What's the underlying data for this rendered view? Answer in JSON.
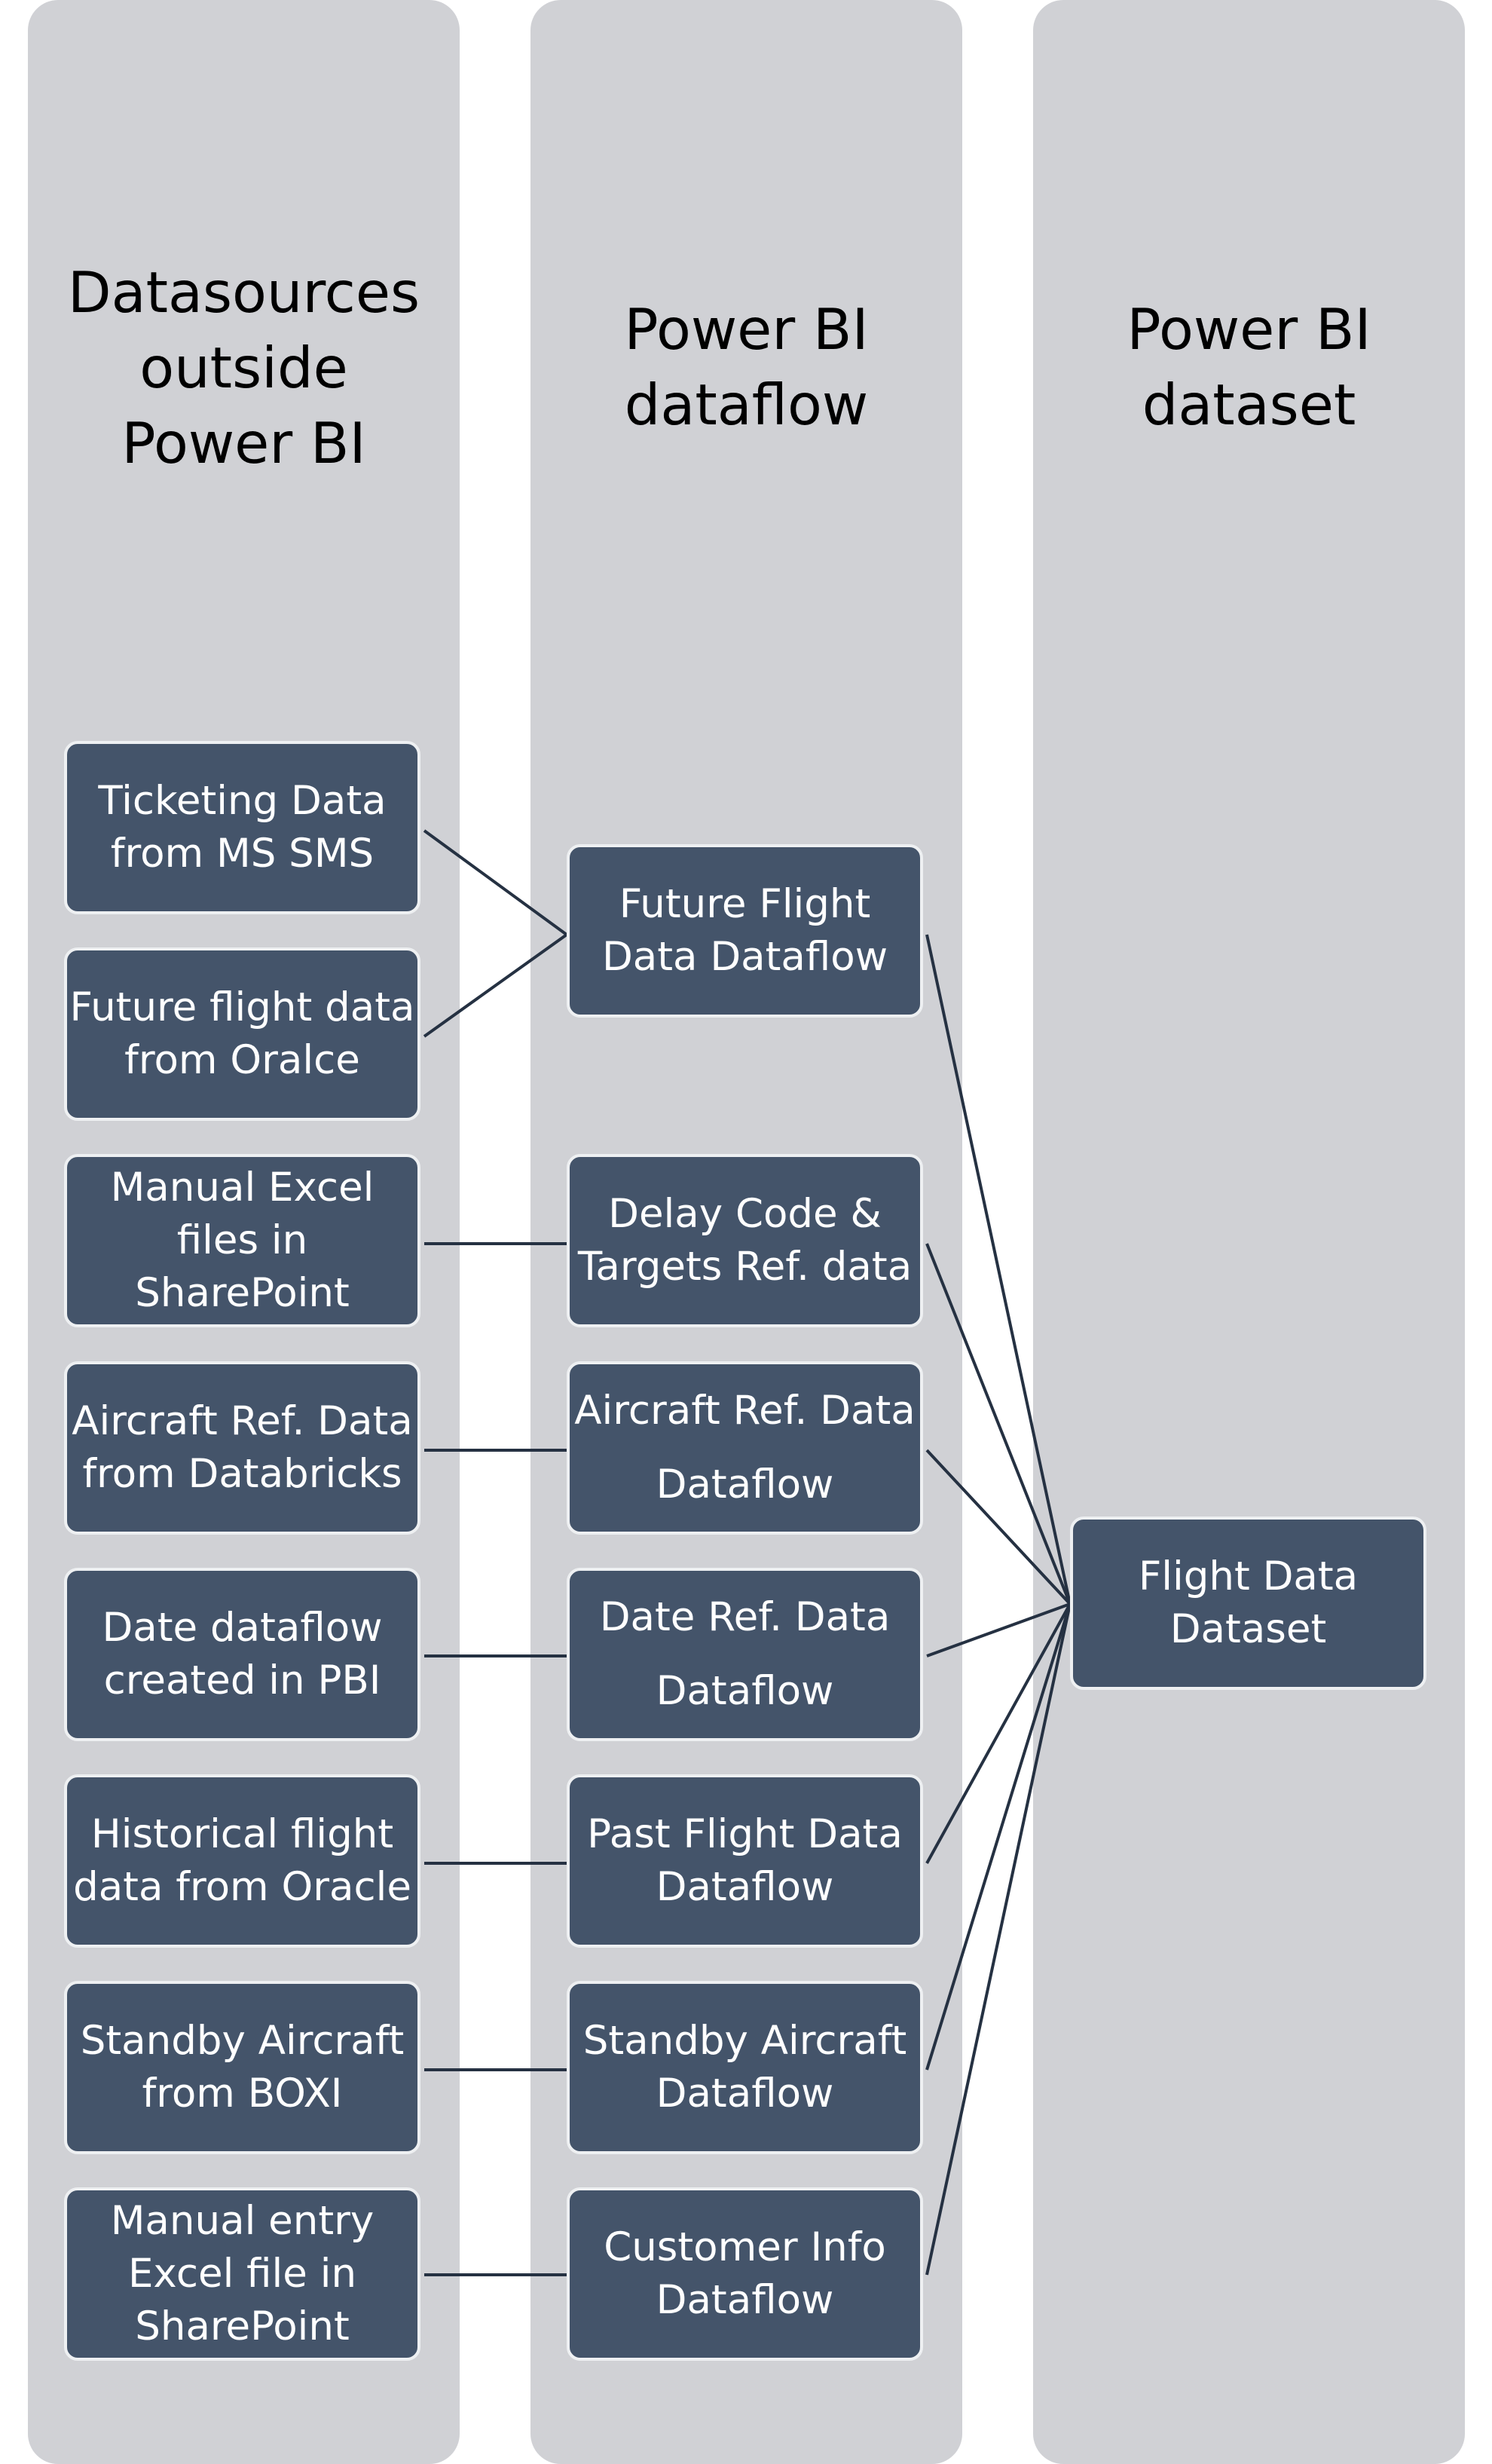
{
  "columns": [
    {
      "header_lines": [
        "Datasources",
        "outside",
        "Power BI"
      ]
    },
    {
      "header_lines": [
        "Power BI",
        "dataflow"
      ]
    },
    {
      "header_lines": [
        "Power BI",
        "dataset"
      ]
    }
  ],
  "sources": [
    {
      "lines": [
        "Ticketing Data",
        "from MS SMS"
      ]
    },
    {
      "lines": [
        "Future flight data",
        "from Oralce"
      ]
    },
    {
      "lines": [
        "Manual Excel",
        "files in",
        "SharePoint"
      ]
    },
    {
      "lines": [
        "Aircraft Ref. Data",
        "from Databricks"
      ]
    },
    {
      "lines": [
        "Date dataflow",
        "created in PBI"
      ]
    },
    {
      "lines": [
        "Historical flight",
        "data from Oracle"
      ]
    },
    {
      "lines": [
        "Standby Aircraft",
        "from BOXI"
      ]
    },
    {
      "lines": [
        "Manual entry",
        "Excel file in",
        "SharePoint"
      ]
    }
  ],
  "dataflows": [
    {
      "lines": [
        "Future Flight",
        "Data Dataflow"
      ]
    },
    {
      "lines": [
        "Delay Code &",
        "Targets Ref. data"
      ]
    },
    {
      "lines": [
        "Aircraft Ref. Data",
        "Dataflow"
      ]
    },
    {
      "lines": [
        "Date Ref. Data",
        "Dataflow"
      ]
    },
    {
      "lines": [
        "Past Flight Data",
        "Dataflow"
      ]
    },
    {
      "lines": [
        "Standby Aircraft",
        "Dataflow"
      ]
    },
    {
      "lines": [
        "Customer Info",
        "Dataflow"
      ]
    }
  ],
  "dataset": {
    "lines": [
      "Flight Data",
      "Dataset"
    ]
  },
  "colors": {
    "column_bg": "#d0d1d5",
    "node_fill": "#44546a",
    "node_border": "#eef0f2",
    "node_text": "#ffffff",
    "connector": "#253142"
  }
}
